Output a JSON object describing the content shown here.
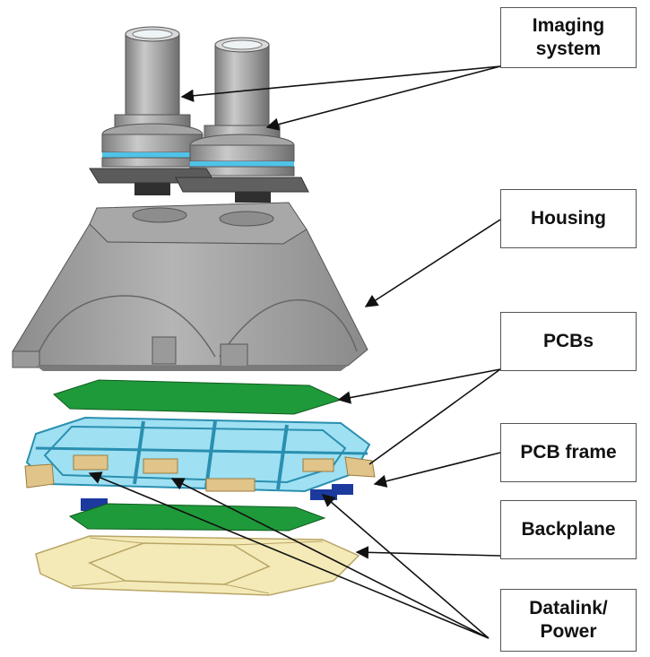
{
  "labels": {
    "imaging": "Imaging\nsystem",
    "housing": "Housing",
    "pcbs": "PCBs",
    "pcb_frame": "PCB frame",
    "backplane": "Backplane",
    "datalink": "Datalink/\nPower"
  },
  "colors": {
    "metal_light": "#b9b9b9",
    "metal_mid": "#9a9a9a",
    "metal_dark": "#5e5e5e",
    "lens_band": "#4fc3e8",
    "pcb_green": "#1f9a3a",
    "frame_cyan": "#7fd6ee",
    "wood_tan": "#e0c48a",
    "backplane_cream": "#f4eab8",
    "connector_blue": "#1c3a9e"
  }
}
